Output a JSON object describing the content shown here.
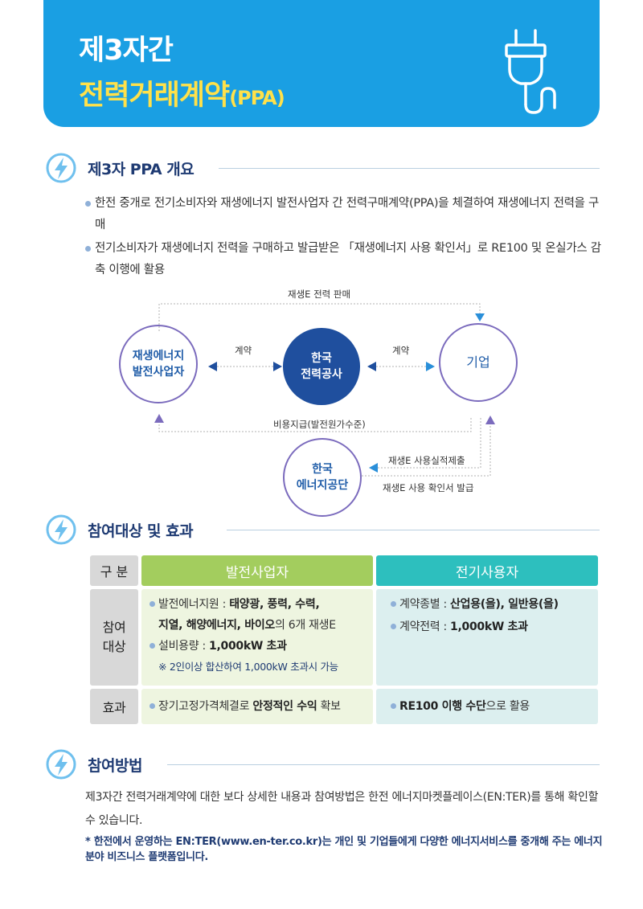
{
  "banner": {
    "title_line1": "제3자간",
    "title_line2_main": "전력거래계약",
    "title_line2_suffix": "(PPA)"
  },
  "sections": {
    "overview": {
      "title": "제3자 PPA 개요"
    },
    "participants": {
      "title": "참여대상 및 효과"
    },
    "method": {
      "title": "참여방법"
    }
  },
  "overview": {
    "bullet1": "한전 중개로 전기소비자와 재생에너지 발전사업자 간 전력구매계약(PPA)을 체결하여 재생에너지 전력을 구매",
    "bullet2": "전기소비자가 재생에너지 전력을 구매하고 발급받은 「재생에너지 사용 확인서」로 RE100 및 온실가스 감축 이행에 활용"
  },
  "diagram": {
    "top_label": "재생E 전력 판매",
    "node_generator_1": "재생에너지",
    "node_generator_2": "발전사업자",
    "node_kepco_1": "한국",
    "node_kepco_2": "전력공사",
    "node_company": "기업",
    "node_energy_1": "한국",
    "node_energy_2": "에너지공단",
    "contract_left": "계약",
    "contract_right": "계약",
    "cost_label": "비용지급(발전원가수준)",
    "submit_label": "재생E 사용실적제출",
    "issue_label": "재생E 사용 확인서 발급"
  },
  "table": {
    "header_category": "구 분",
    "header_generator": "발전사업자",
    "header_consumer": "전기사용자",
    "row1_label_1": "참여",
    "row1_label_2": "대상",
    "gen_item1_prefix": "발전에너지원 : ",
    "gen_item1_bold": "태양광, 풍력, 수력,",
    "gen_item1_line2_bold": "지열, 해양에너지, 바이오",
    "gen_item1_line2_tail": "의 6개 재생E",
    "gen_item2_prefix": "설비용량 : ",
    "gen_item2_bold": "1,000kW 초과",
    "gen_note": "※ 2인이상 합산하여 1,000kW 초과시 가능",
    "con_item1_prefix": "계약종별 : ",
    "con_item1_bold": "산업용(을), 일반용(을)",
    "con_item2_prefix": "계약전력 : ",
    "con_item2_bold": "1,000kW 초과",
    "row2_label": "효과",
    "gen_effect_prefix": "장기고정가격체결로 ",
    "gen_effect_bold": "안정적인 수익",
    "gen_effect_tail": " 확보",
    "con_effect_bold": "RE100 이행 수단",
    "con_effect_tail": "으로 활용"
  },
  "method": {
    "paragraph": "제3자간 전력거래계약에 대한 보다 상세한 내용과 참여방법은 한전 에너지마켓플레이스(EN:TER)를 통해 확인할 수 있습니다.",
    "note": "* 한전에서 운영하는 EN:TER(www.en-ter.co.kr)는 개인 및 기업들에게 다양한 에너지서비스를 중개해 주는 에너지 분야 비즈니스 플랫폼입니다."
  },
  "colors": {
    "banner": "#1a9fe3",
    "title_yellow": "#ffe14a",
    "navy": "#1f3b73",
    "generator_header": "#a3cd5e",
    "consumer_header": "#2dbfbe",
    "generator_cell": "#eef5e0",
    "consumer_cell": "#dcefef"
  }
}
